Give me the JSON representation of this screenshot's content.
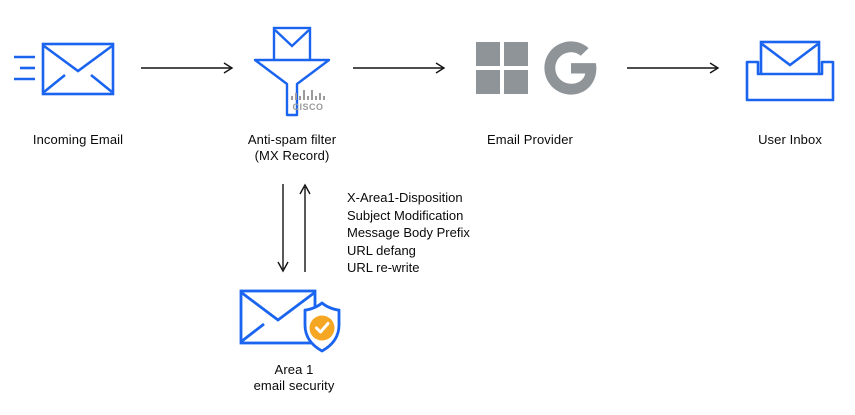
{
  "colors": {
    "primary": "#1a64f0",
    "logo_gray": "#8f9499",
    "cisco_gray": "#9b9b9b",
    "amber": "#f5a623",
    "arrow": "#141414",
    "text": "#0a0a0a"
  },
  "nodes": {
    "incoming_email": {
      "label": "Incoming Email"
    },
    "anti_spam": {
      "label_line1": "Anti-spam filter",
      "label_line2": "(MX Record)",
      "logo_text": "CISCO"
    },
    "email_provider": {
      "label": "Email Provider"
    },
    "user_inbox": {
      "label": "User Inbox"
    },
    "area1": {
      "label_line1": "Area 1",
      "label_line2": "email security"
    }
  },
  "annotations": {
    "lines": [
      "X-Area1-Disposition",
      "Subject Modification",
      "Message Body Prefix",
      "URL defang",
      "URL re-write"
    ]
  }
}
